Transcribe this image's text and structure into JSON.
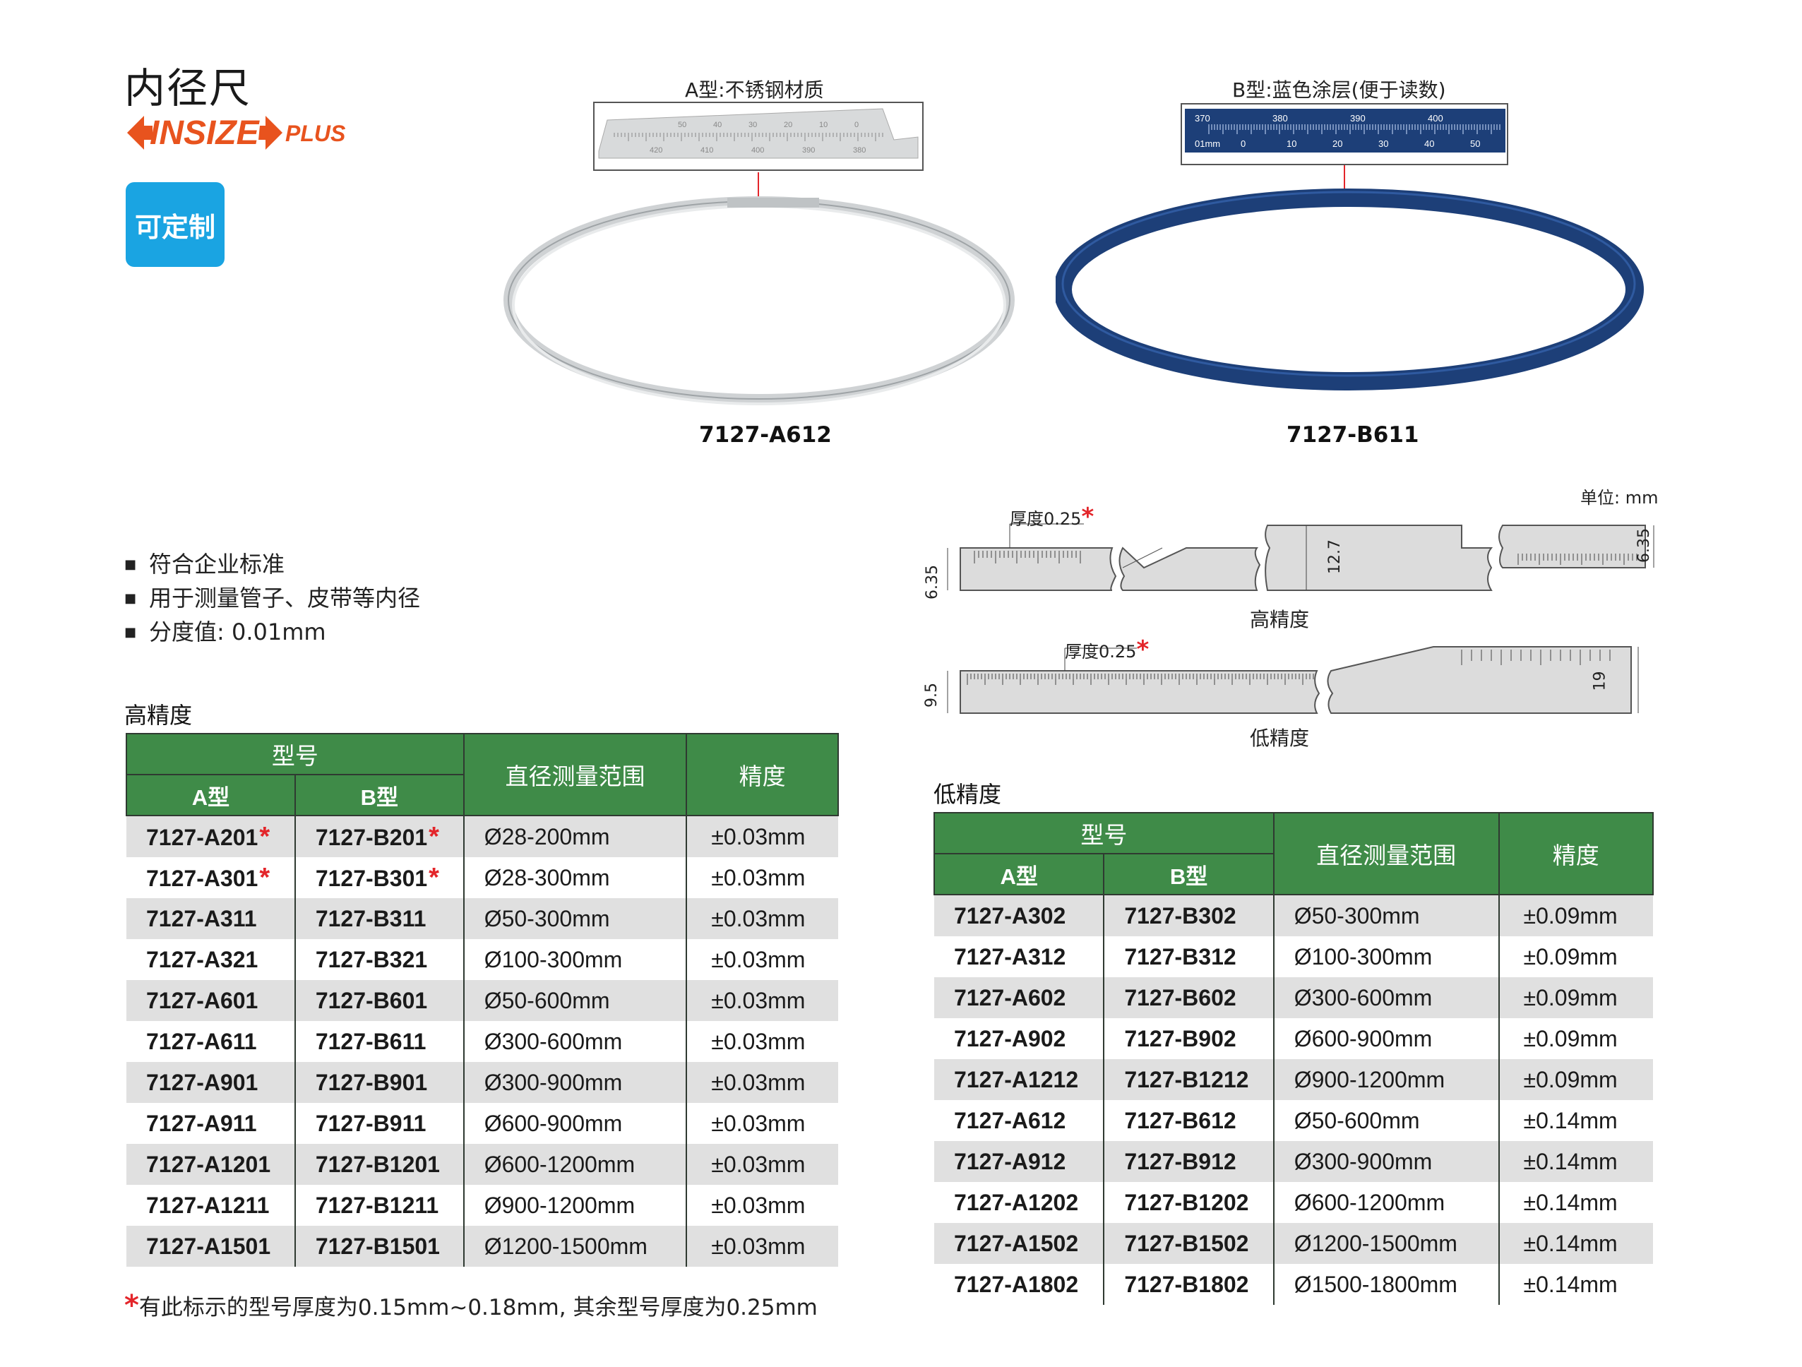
{
  "page": {
    "title": "内径尺",
    "brand": "INSIZE",
    "brand_suffix": "PLUS",
    "badge": "可定制"
  },
  "products": {
    "a_caption": "A型:不锈钢材质",
    "b_caption": "B型:蓝色涂层(便于读数)",
    "a_model": "7127-A612",
    "b_model": "7127-B611",
    "a_scale_numbers": [
      "50",
      "40",
      "30",
      "20",
      "10",
      "0",
      "420",
      "410",
      "400",
      "390",
      "380"
    ],
    "b_scale_top": [
      "370",
      "380",
      "390",
      "400"
    ],
    "b_scale_bottom": [
      "01mm",
      "0",
      "10",
      "20",
      "30",
      "40",
      "50"
    ]
  },
  "features": [
    "符合企业标准",
    "用于测量管子、皮带等内径",
    "分度值: 0.01mm"
  ],
  "diagram": {
    "unit": "单位: mm",
    "high_label": "高精度",
    "low_label": "低精度",
    "thickness_high": "厚度0.25",
    "thickness_low": "厚度0.25",
    "star": "*",
    "dims_high": [
      "6.35",
      "12.7",
      "6.35"
    ],
    "dims_low": [
      "9.5",
      "19"
    ]
  },
  "high_table": {
    "title": "高精度",
    "header_model": "型号",
    "header_a": "A型",
    "header_b": "B型",
    "header_range": "直径测量范围",
    "header_acc": "精度",
    "rows": [
      {
        "a": "7127-A201",
        "b": "7127-B201",
        "range": "Ø28-200mm",
        "acc": "±0.03mm",
        "star": true
      },
      {
        "a": "7127-A301",
        "b": "7127-B301",
        "range": "Ø28-300mm",
        "acc": "±0.03mm",
        "star": true
      },
      {
        "a": "7127-A311",
        "b": "7127-B311",
        "range": "Ø50-300mm",
        "acc": "±0.03mm",
        "star": false
      },
      {
        "a": "7127-A321",
        "b": "7127-B321",
        "range": "Ø100-300mm",
        "acc": "±0.03mm",
        "star": false
      },
      {
        "a": "7127-A601",
        "b": "7127-B601",
        "range": "Ø50-600mm",
        "acc": "±0.03mm",
        "star": false
      },
      {
        "a": "7127-A611",
        "b": "7127-B611",
        "range": "Ø300-600mm",
        "acc": "±0.03mm",
        "star": false
      },
      {
        "a": "7127-A901",
        "b": "7127-B901",
        "range": "Ø300-900mm",
        "acc": "±0.03mm",
        "star": false
      },
      {
        "a": "7127-A911",
        "b": "7127-B911",
        "range": "Ø600-900mm",
        "acc": "±0.03mm",
        "star": false
      },
      {
        "a": "7127-A1201",
        "b": "7127-B1201",
        "range": "Ø600-1200mm",
        "acc": "±0.03mm",
        "star": false
      },
      {
        "a": "7127-A1211",
        "b": "7127-B1211",
        "range": "Ø900-1200mm",
        "acc": "±0.03mm",
        "star": false
      },
      {
        "a": "7127-A1501",
        "b": "7127-B1501",
        "range": "Ø1200-1500mm",
        "acc": "±0.03mm",
        "star": false
      }
    ],
    "footnote_star": "*",
    "footnote": "有此标示的型号厚度为0.15mm~0.18mm, 其余型号厚度为0.25mm"
  },
  "low_table": {
    "title": "低精度",
    "header_model": "型号",
    "header_a": "A型",
    "header_b": "B型",
    "header_range": "直径测量范围",
    "header_acc": "精度",
    "rows": [
      {
        "a": "7127-A302",
        "b": "7127-B302",
        "range": "Ø50-300mm",
        "acc": "±0.09mm"
      },
      {
        "a": "7127-A312",
        "b": "7127-B312",
        "range": "Ø100-300mm",
        "acc": "±0.09mm"
      },
      {
        "a": "7127-A602",
        "b": "7127-B602",
        "range": "Ø300-600mm",
        "acc": "±0.09mm"
      },
      {
        "a": "7127-A902",
        "b": "7127-B902",
        "range": "Ø600-900mm",
        "acc": "±0.09mm"
      },
      {
        "a": "7127-A1212",
        "b": "7127-B1212",
        "range": "Ø900-1200mm",
        "acc": "±0.09mm"
      },
      {
        "a": "7127-A612",
        "b": "7127-B612",
        "range": "Ø50-600mm",
        "acc": "±0.14mm"
      },
      {
        "a": "7127-A912",
        "b": "7127-B912",
        "range": "Ø300-900mm",
        "acc": "±0.14mm"
      },
      {
        "a": "7127-A1202",
        "b": "7127-B1202",
        "range": "Ø600-1200mm",
        "acc": "±0.14mm"
      },
      {
        "a": "7127-A1502",
        "b": "7127-B1502",
        "range": "Ø1200-1500mm",
        "acc": "±0.14mm"
      },
      {
        "a": "7127-A1802",
        "b": "7127-B1802",
        "range": "Ø1500-1800mm",
        "acc": "±0.14mm"
      }
    ]
  },
  "colors": {
    "table_header": "#3f8b48",
    "row_alt": "#e0e0e0",
    "brand_orange": "#e8531e",
    "badge_blue": "#1aa4e2",
    "star_red": "#e3252a",
    "tape_blue": "#1d3f78"
  }
}
